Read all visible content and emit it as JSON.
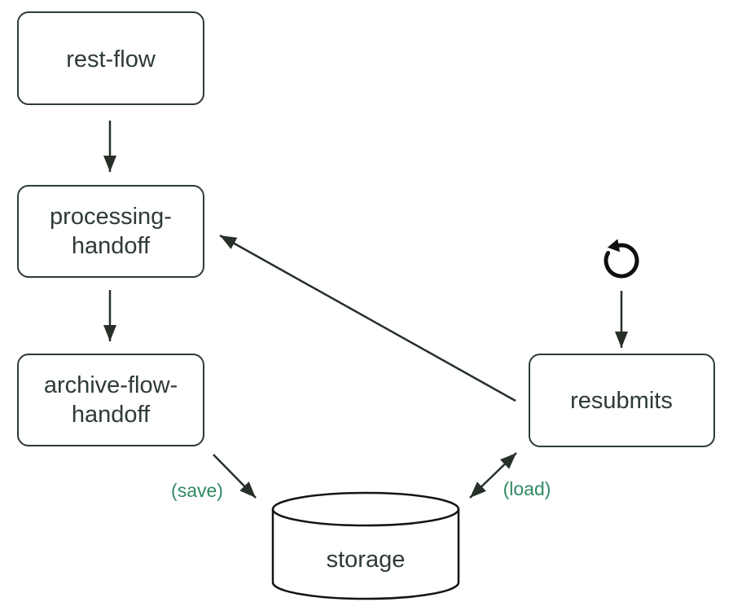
{
  "diagram": {
    "type": "flowchart",
    "nodes": {
      "rest_flow": {
        "label": "rest-flow",
        "shape": "rounded-rect"
      },
      "processing_handoff": {
        "label": "processing-handoff",
        "lines": [
          "processing-",
          "handoff"
        ],
        "shape": "rounded-rect"
      },
      "archive_flow_handoff": {
        "label": "archive-flow-handoff",
        "lines": [
          "archive-flow-",
          "handoff"
        ],
        "shape": "rounded-rect"
      },
      "resubmits": {
        "label": "resubmits",
        "shape": "rounded-rect"
      },
      "storage": {
        "label": "storage",
        "shape": "cylinder"
      }
    },
    "edges": [
      {
        "from": "rest-flow",
        "to": "processing-handoff",
        "label": "",
        "style": "arrow"
      },
      {
        "from": "processing-handoff",
        "to": "archive-flow-handoff",
        "label": "",
        "style": "arrow"
      },
      {
        "from": "archive-flow-handoff",
        "to": "storage",
        "label": "(save)",
        "style": "arrow"
      },
      {
        "from": "storage",
        "to": "resubmits",
        "label": "(load)",
        "style": "double-arrow"
      },
      {
        "from": "resubmits",
        "to": "processing-handoff",
        "label": "",
        "style": "arrow"
      },
      {
        "from": "retry-icon",
        "to": "resubmits",
        "label": "",
        "style": "arrow"
      }
    ],
    "icons": {
      "retry": "counterclockwise-rotate-icon"
    },
    "colors": {
      "background": "#ffffff",
      "node_stroke": "#2e3b34",
      "node_text": "#2e3b34",
      "arrow": "#263029",
      "edge_label_green": "#2f8a64",
      "cylinder_stroke": "#141414",
      "icon_black": "#0f0f0f"
    }
  }
}
